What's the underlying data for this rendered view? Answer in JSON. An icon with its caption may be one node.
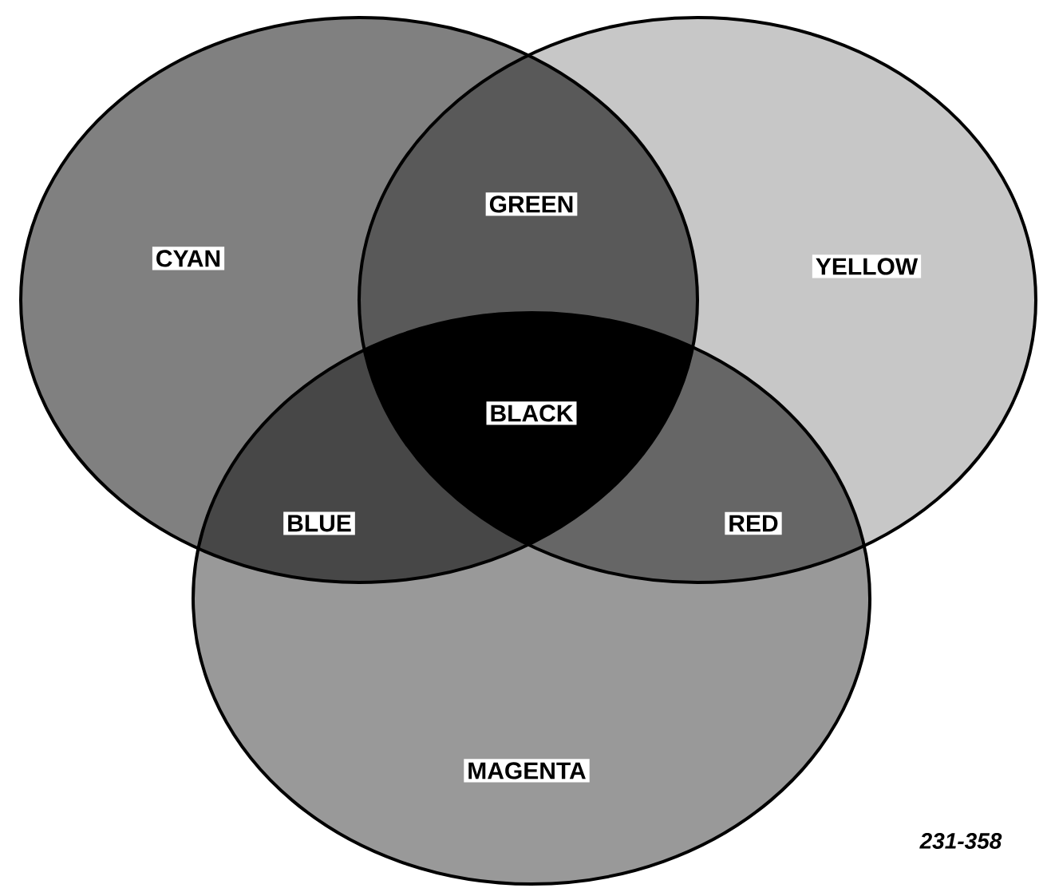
{
  "diagram": {
    "nodes": [
      {
        "text": [
          "CYAN"
        ]
      },
      {
        "text": [
          "YELLOW"
        ]
      },
      {
        "text": [
          "MAGENTA"
        ]
      }
    ],
    "labels": [
      "GREEN",
      "BLACK",
      "BLUE",
      "RED",
      "231-358"
    ]
  }
}
